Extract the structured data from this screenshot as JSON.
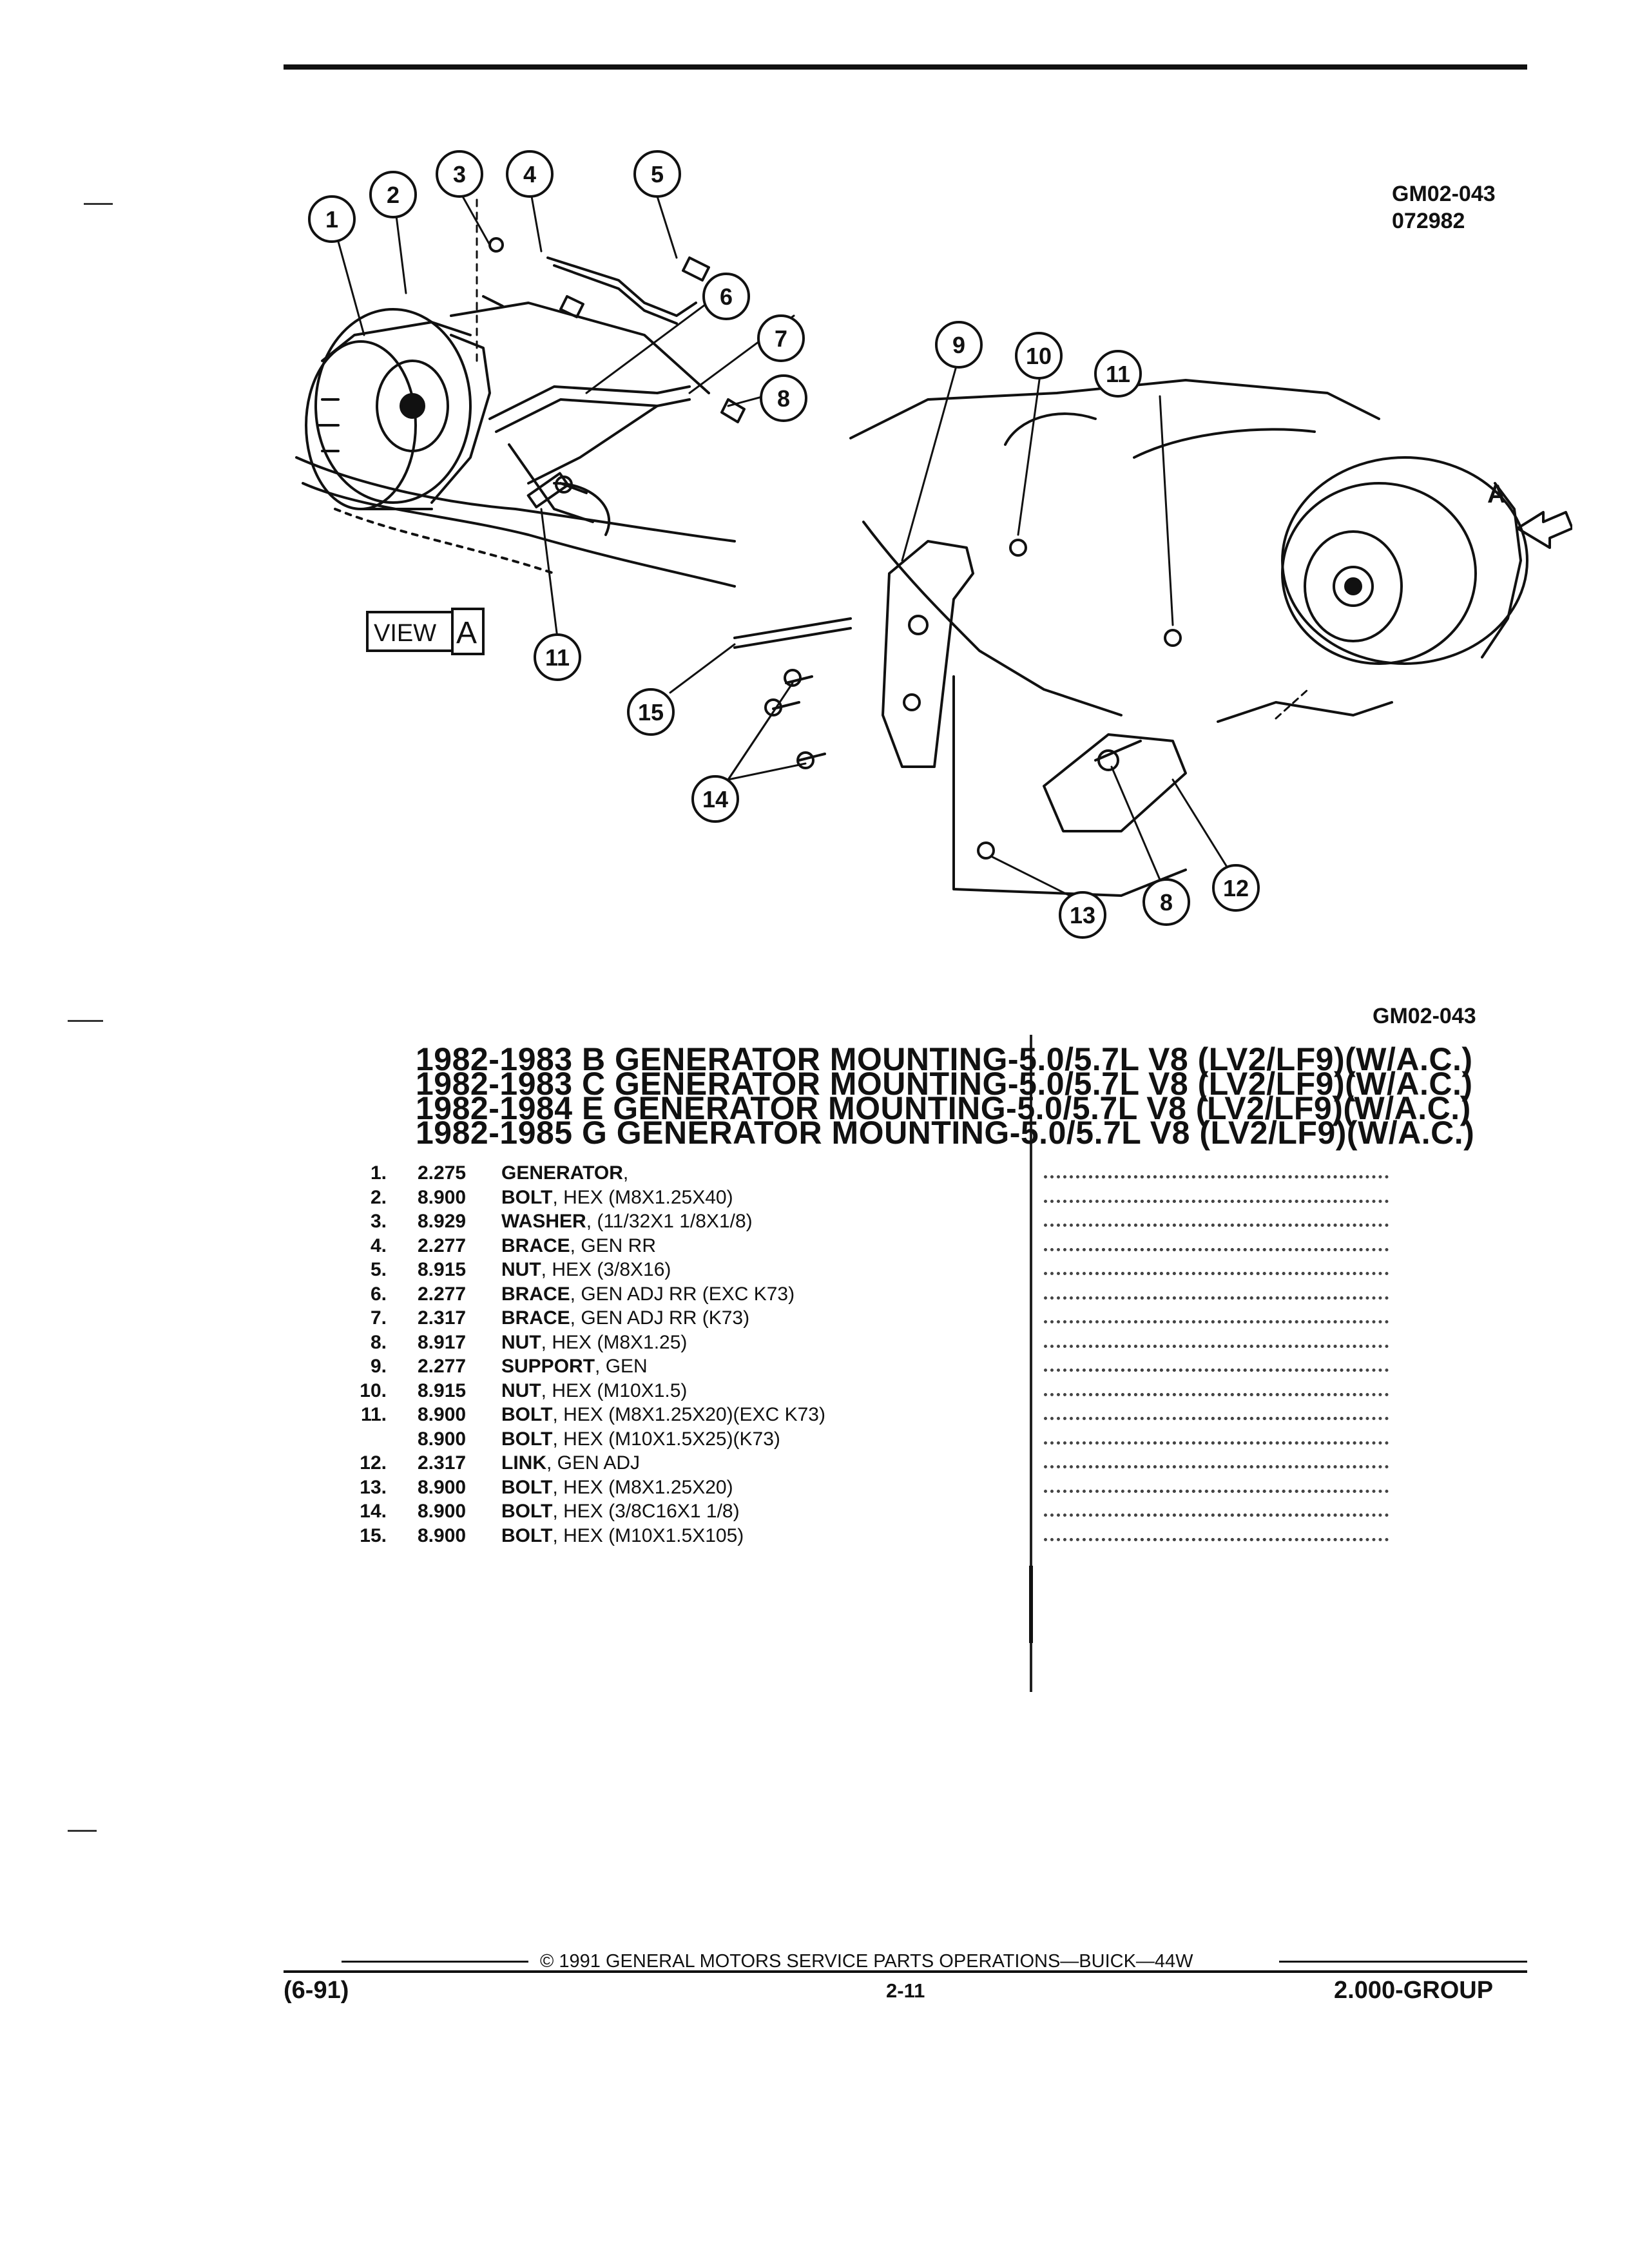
{
  "ref_top": [
    "GM02-043",
    "072982"
  ],
  "ref_bottom": "GM02-043",
  "diagram": {
    "view_label": "VIEW",
    "view_letter": "A",
    "arrow_letter": "A",
    "callouts_left": [
      "1",
      "2",
      "3",
      "4",
      "5",
      "6",
      "7",
      "8",
      "11"
    ],
    "callouts_right": [
      "9",
      "10",
      "11",
      "15",
      "14",
      "13",
      "8",
      "12"
    ]
  },
  "titles": [
    "1982-1983 B GENERATOR MOUNTING-5.0/5.7L V8 (LV2/LF9)(W/A.C.)",
    "1982-1983 C GENERATOR MOUNTING-5.0/5.7L V8 (LV2/LF9)(W/A.C.)",
    "1982-1984 E GENERATOR MOUNTING-5.0/5.7L V8 (LV2/LF9)(W/A.C.)",
    "1982-1985 G GENERATOR MOUNTING-5.0/5.7L V8 (LV2/LF9)(W/A.C.)"
  ],
  "parts": [
    {
      "num": "1.",
      "group": "2.275",
      "name": "GENERATOR",
      "desc": ","
    },
    {
      "num": "2.",
      "group": "8.900",
      "name": "BOLT",
      "desc": ", HEX (M8X1.25X40)"
    },
    {
      "num": "3.",
      "group": "8.929",
      "name": "WASHER",
      "desc": ", (11/32X1 1/8X1/8)"
    },
    {
      "num": "4.",
      "group": "2.277",
      "name": "BRACE",
      "desc": ", GEN RR"
    },
    {
      "num": "5.",
      "group": "8.915",
      "name": "NUT",
      "desc": ", HEX (3/8X16)"
    },
    {
      "num": "6.",
      "group": "2.277",
      "name": "BRACE",
      "desc": ", GEN ADJ RR (EXC K73)"
    },
    {
      "num": "7.",
      "group": "2.317",
      "name": "BRACE",
      "desc": ", GEN ADJ RR (K73)"
    },
    {
      "num": "8.",
      "group": "8.917",
      "name": "NUT",
      "desc": ", HEX (M8X1.25)"
    },
    {
      "num": "9.",
      "group": "2.277",
      "name": "SUPPORT",
      "desc": ", GEN"
    },
    {
      "num": "10.",
      "group": "8.915",
      "name": "NUT",
      "desc": ", HEX (M10X1.5)"
    },
    {
      "num": "11.",
      "group": "8.900",
      "name": "BOLT",
      "desc": ", HEX (M8X1.25X20)(EXC K73)"
    },
    {
      "num": "",
      "group": "8.900",
      "name": "BOLT",
      "desc": ", HEX (M10X1.5X25)(K73)"
    },
    {
      "num": "12.",
      "group": "2.317",
      "name": "LINK",
      "desc": ", GEN ADJ"
    },
    {
      "num": "13.",
      "group": "8.900",
      "name": "BOLT",
      "desc": ", HEX (M8X1.25X20)"
    },
    {
      "num": "14.",
      "group": "8.900",
      "name": "BOLT",
      "desc": ", HEX (3/8C16X1 1/8)"
    },
    {
      "num": "15.",
      "group": "8.900",
      "name": "BOLT",
      "desc": ", HEX (M10X1.5X105)"
    }
  ],
  "footer": {
    "copyright": "© 1991 GENERAL MOTORS SERVICE PARTS OPERATIONS—BUICK—44W",
    "date": "(6-91)",
    "page": "2-11",
    "group": "2.000-GROUP"
  }
}
